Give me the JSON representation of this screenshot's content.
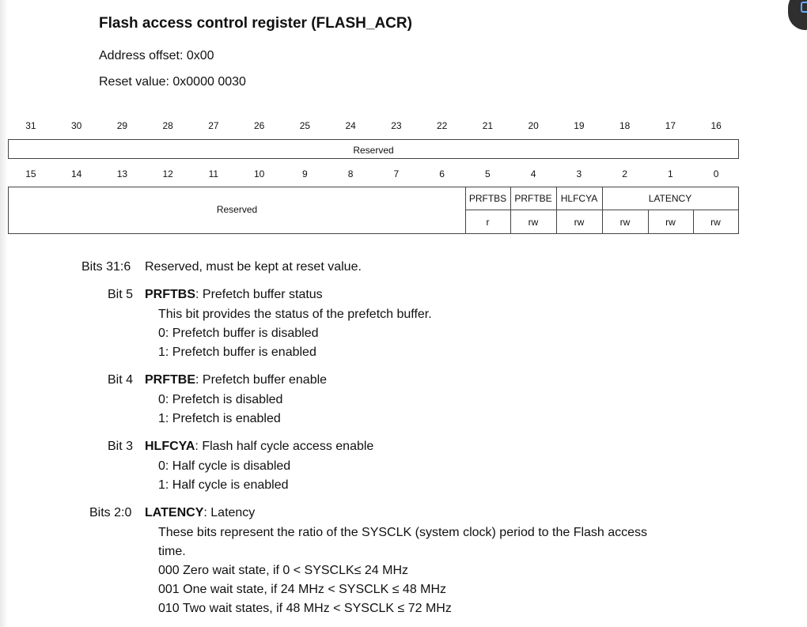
{
  "title": "Flash access control register (FLASH_ACR)",
  "address_offset": "Address offset: 0x00",
  "reset_value": "Reset value: 0x0000 0030",
  "bits_high": [
    "31",
    "30",
    "29",
    "28",
    "27",
    "26",
    "25",
    "24",
    "23",
    "22",
    "21",
    "20",
    "19",
    "18",
    "17",
    "16"
  ],
  "bits_low": [
    "15",
    "14",
    "13",
    "12",
    "11",
    "10",
    "9",
    "8",
    "7",
    "6",
    "5",
    "4",
    "3",
    "2",
    "1",
    "0"
  ],
  "reserved_label": "Reserved",
  "fields": {
    "prftbs": "PRFTBS",
    "prftbe": "PRFTBE",
    "hlfcya": "HLFCYA",
    "latency": "LATENCY"
  },
  "access": {
    "bit5": "r",
    "bit4": "rw",
    "bit3": "rw",
    "bit2": "rw",
    "bit1": "rw",
    "bit0": "rw"
  },
  "descriptions": {
    "bits31_6": {
      "label": "Bits 31:6",
      "text": "Reserved, must be kept at reset value."
    },
    "bit5": {
      "label": "Bit 5",
      "name": "PRFTBS",
      "title": ": Prefetch buffer status",
      "lines": [
        "This bit provides the status of the prefetch buffer.",
        "0: Prefetch buffer is disabled",
        "1: Prefetch buffer is enabled"
      ]
    },
    "bit4": {
      "label": "Bit 4",
      "name": "PRFTBE",
      "title": ": Prefetch buffer enable",
      "lines": [
        "0: Prefetch is disabled",
        "1: Prefetch is enabled"
      ]
    },
    "bit3": {
      "label": "Bit 3",
      "name": "HLFCYA",
      "title": ": Flash half cycle access enable",
      "lines": [
        "0: Half cycle is disabled",
        "1: Half cycle is enabled"
      ]
    },
    "bits2_0": {
      "label": "Bits 2:0",
      "name": "LATENCY",
      "title": ": Latency",
      "lines": [
        "These bits represent the ratio of the SYSCLK (system clock) period to the Flash access",
        "time.",
        "000 Zero wait state, if 0 < SYSCLK≤  24 MHz",
        "001 One wait state, if 24 MHz < SYSCLK ≤  48 MHz",
        "010 Two wait states, if 48 MHz < SYSCLK ≤ 72 MHz"
      ]
    }
  }
}
